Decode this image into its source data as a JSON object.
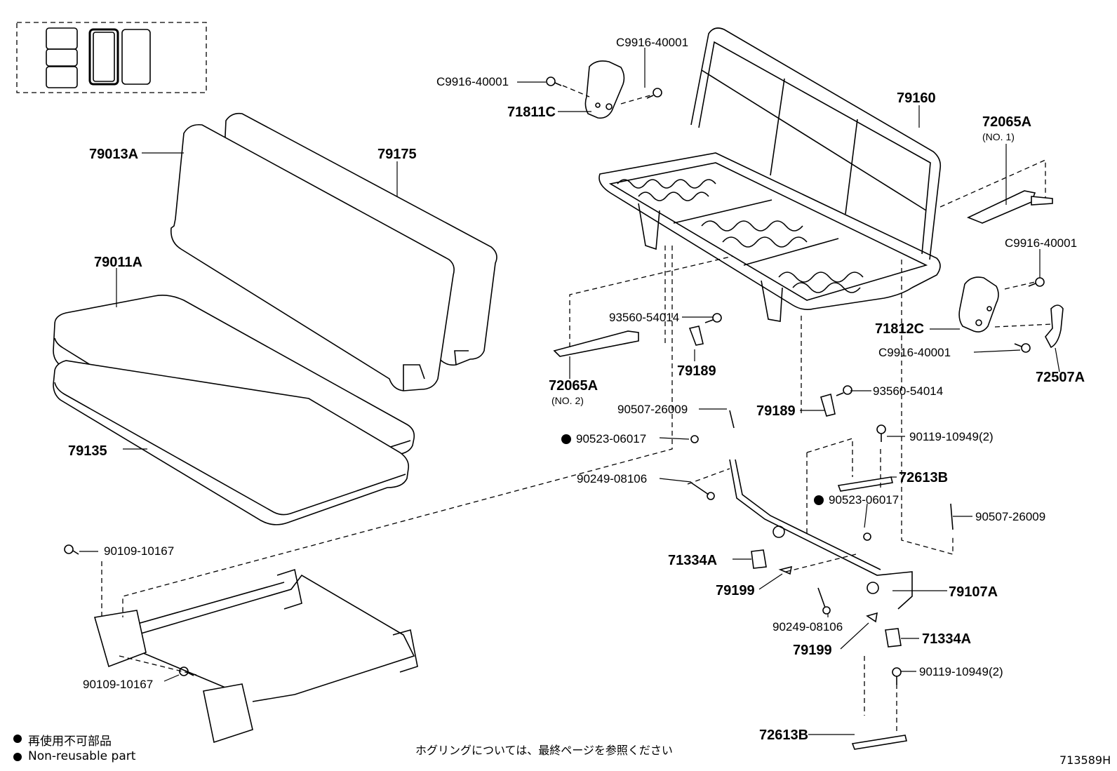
{
  "labels": {
    "c9916_top_right": "C9916-40001",
    "c9916_top_left": "C9916-40001",
    "p71811c": "71811C",
    "p79160": "79160",
    "p72065a_1": "72065A",
    "p72065a_1_sub": "(NO. 1)",
    "p79013a": "79013A",
    "p79175": "79175",
    "p79011a": "79011A",
    "c9916_right_upper": "C9916-40001",
    "p93560_a": "93560-54014",
    "p71812c": "71812C",
    "c9916_right_lower": "C9916-40001",
    "p72507a": "72507A",
    "p79189_a": "79189",
    "p72065a_2": "72065A",
    "p72065a_2_sub": "(NO. 2)",
    "p93560_b": "93560-54014",
    "p90507_a": "90507-26009",
    "p79189_b": "79189",
    "p90523_a": "90523-06017",
    "p90119_a": "90119-10949(2)",
    "p79135": "79135",
    "p72613b_a": "72613B",
    "p90249_a": "90249-08106",
    "p90523_b": "90523-06017",
    "p90507_b": "90507-26009",
    "p90109_a": "90109-10167",
    "p71334a_a": "71334A",
    "p79199_a": "79199",
    "p79107a": "79107A",
    "p90249_b": "90249-08106",
    "p79199_b": "79199",
    "p71334a_b": "71334A",
    "p90109_b": "90109-10167",
    "p90119_b": "90119-10949(2)",
    "p72613b_b": "72613B"
  },
  "legend": {
    "jp": "再使用不可部品",
    "en": "Non-reusable part"
  },
  "footer": {
    "note_jp": "ホグリングについては、最終ページを参照ください",
    "diagram_id": "713589H"
  }
}
